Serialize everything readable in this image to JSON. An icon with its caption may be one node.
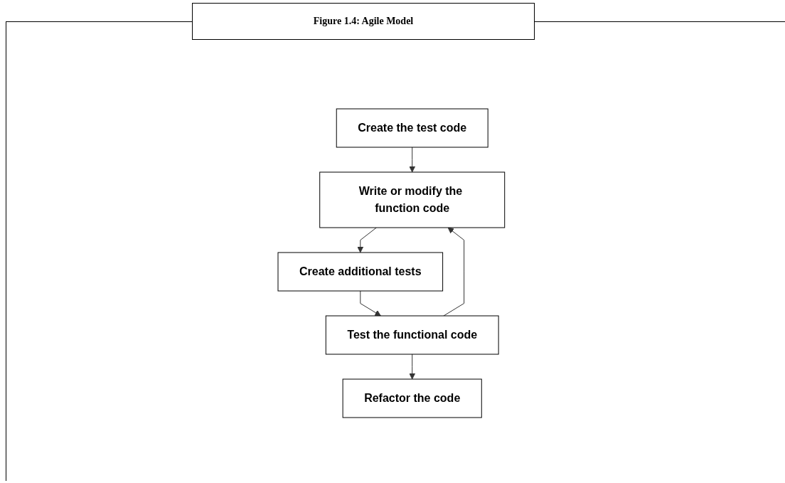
{
  "diagram": {
    "title": "Figure 1.4: Agile Model",
    "nodes": [
      {
        "text": [
          "Create the test code"
        ]
      },
      {
        "text": [
          "Write or modify the function code"
        ]
      },
      {
        "text": [
          "Create additional tests"
        ]
      },
      {
        "text": [
          "Test the functional code"
        ]
      },
      {
        "text": [
          "Refactor the code"
        ]
      }
    ],
    "edges": [
      {
        "from": 0,
        "to": 1,
        "arrow": "to"
      },
      {
        "from": 1,
        "to": 2,
        "arrow": "to"
      },
      {
        "from": 2,
        "to": 3,
        "arrow": "to"
      },
      {
        "from": 3,
        "to": 1,
        "arrow": "to"
      },
      {
        "from": 3,
        "to": 4,
        "arrow": "to"
      }
    ]
  }
}
